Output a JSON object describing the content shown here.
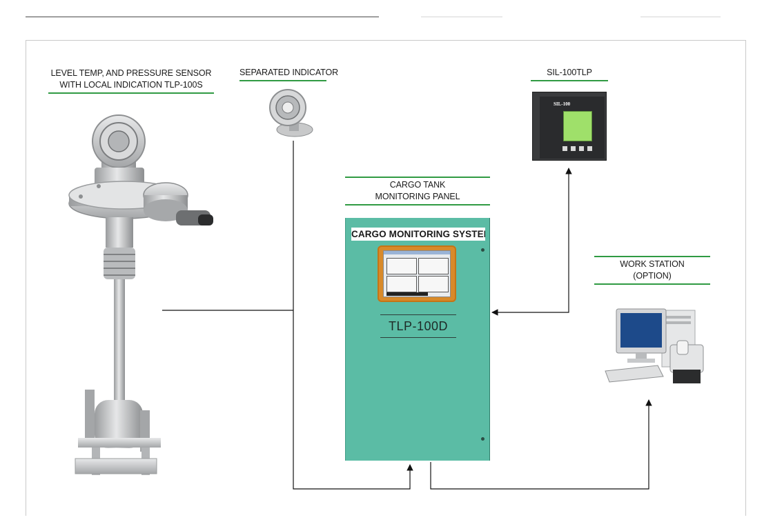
{
  "labels": {
    "sensor": [
      "LEVEL TEMP, AND PRESSURE SENSOR",
      "WITH LOCAL INDICATION TLP-100S"
    ],
    "indicator": [
      "SEPARATED INDICATOR"
    ],
    "sil": [
      "SIL-100TLP"
    ],
    "panel": [
      "CARGO TANK",
      "MONITORING PANEL"
    ],
    "workstation": [
      "WORK STATION",
      "(OPTION)"
    ]
  },
  "cabinet": {
    "title": "CARGO MONITORING SYSTEM",
    "model": "TLP-100D"
  },
  "sil_device": {
    "brand": "SIL-100"
  },
  "colors": {
    "accent_line": "#2f9a42",
    "cabinet": "#5bbca5",
    "screen_frame": "#d88a2a",
    "lcd": "#9fe06a"
  }
}
